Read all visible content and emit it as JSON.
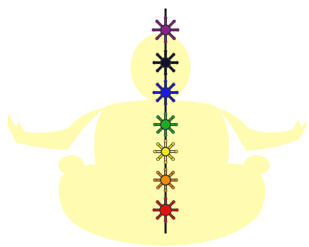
{
  "illustration": {
    "subject": "meditating-figure-with-chakras",
    "colors": {
      "background": "#ffffff",
      "figure": "#fffbb0",
      "spine": "#1a1a1a",
      "ray_stroke": "#333333"
    },
    "chakras": [
      {
        "name": "crown",
        "color": "#8b1f8b"
      },
      {
        "name": "third-eye",
        "color": "#101030"
      },
      {
        "name": "throat",
        "color": "#1a1ae6"
      },
      {
        "name": "heart",
        "color": "#1faa1f"
      },
      {
        "name": "solar-plexus",
        "color": "#f2ea10"
      },
      {
        "name": "sacral",
        "color": "#f08a0a"
      },
      {
        "name": "root",
        "color": "#e61010"
      }
    ]
  }
}
